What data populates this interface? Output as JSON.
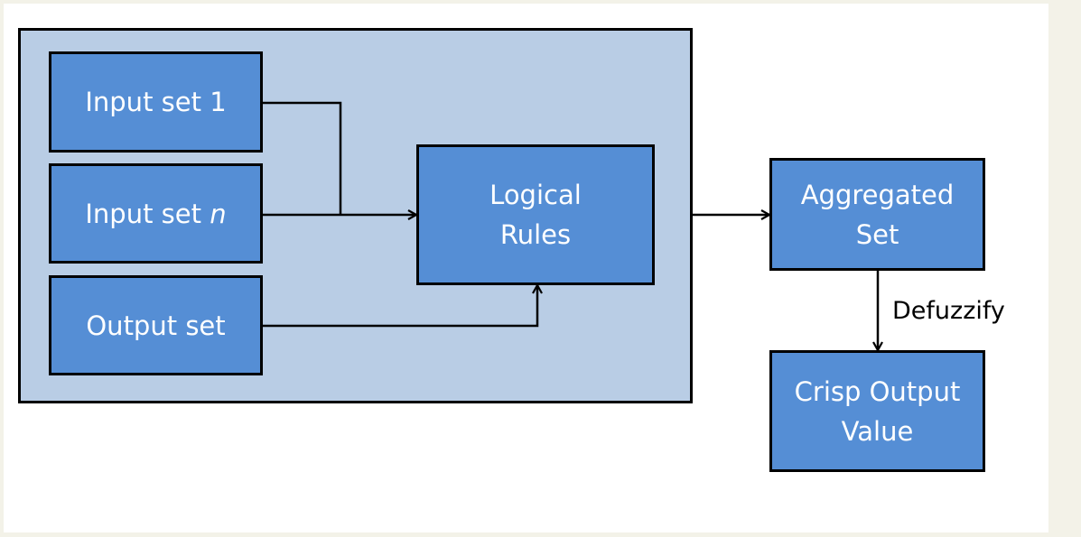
{
  "colors": {
    "page_background": "#f3f2e8",
    "group_fill": "#b9cde5",
    "box_fill": "#558ed5",
    "box_text": "#ffffff",
    "stroke": "#000000"
  },
  "nodes": {
    "input_set_1": {
      "label": "Input set 1"
    },
    "input_set_n": {
      "prefix": "Input set ",
      "variable": "n"
    },
    "output_set": {
      "label": "Output set"
    },
    "logical_rules": {
      "label": "Logical\nRules"
    },
    "aggregated_set": {
      "label": "Aggregated\nSet"
    },
    "crisp_output": {
      "label": "Crisp Output\nValue"
    }
  },
  "edges": {
    "defuzzify_label": "Defuzzify"
  }
}
